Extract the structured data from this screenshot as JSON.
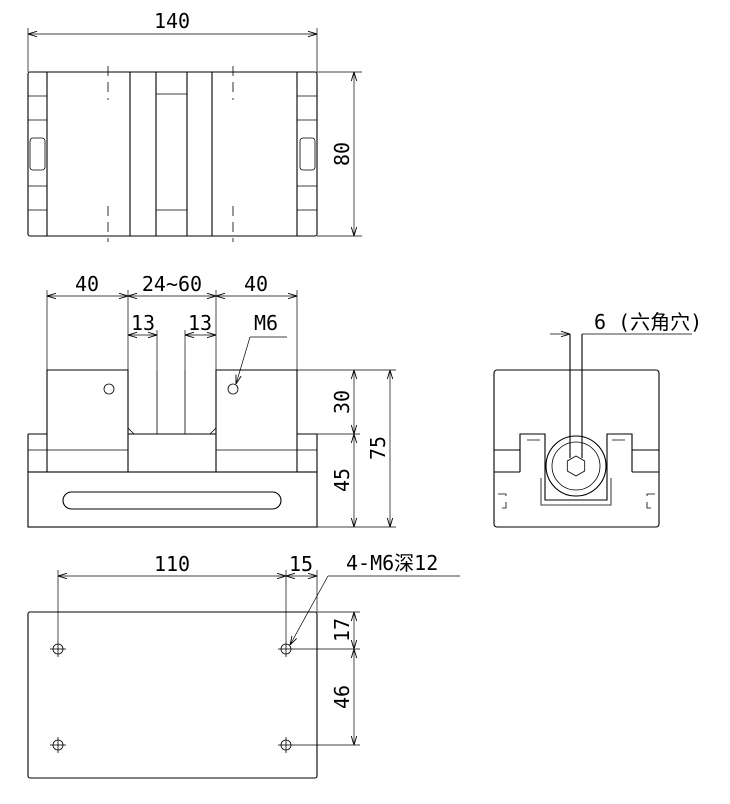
{
  "top_view": {
    "width_dim": "140",
    "height_dim": "80"
  },
  "front_view": {
    "left_jaw_dim": "40",
    "range_dim": "24~60",
    "right_jaw_dim": "40",
    "left_gap_dim": "13",
    "right_gap_dim": "13",
    "thread_label": "M6",
    "jaw_height_dim": "30",
    "base_height_dim": "45",
    "total_height_dim": "75"
  },
  "side_view": {
    "hex_label": "6 (六角穴)"
  },
  "bottom_view": {
    "hole_span_dim": "110",
    "edge_offset_dim": "15",
    "hole_callout": "4-M6深12",
    "top_offset_dim": "17",
    "hole_pitch_dim": "46"
  }
}
